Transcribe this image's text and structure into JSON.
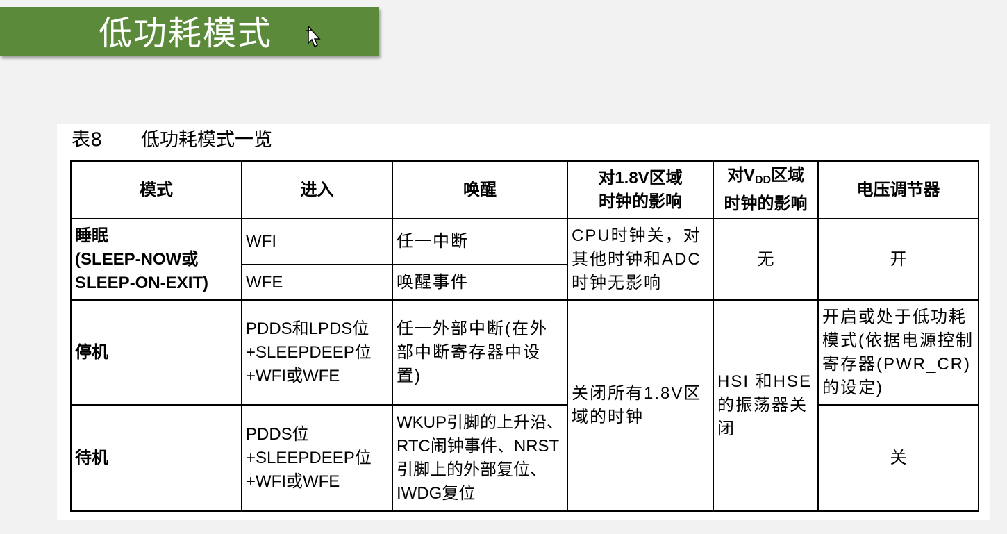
{
  "slide": {
    "title": "低功耗模式",
    "cursor_icon": "move-cursor-icon"
  },
  "table": {
    "caption_number": "表8",
    "caption_title": "低功耗模式一览",
    "headers": {
      "mode": "模式",
      "enter": "进入",
      "wakeup": "唤醒",
      "clock18_line1": "对1.8V区域",
      "clock18_line2": "时钟的影响",
      "vdd_prefix": "对V",
      "vdd_sub": "DD",
      "vdd_suffix": "区域",
      "vdd_line2": "时钟的影响",
      "regulator": "电压调节器"
    },
    "sleep": {
      "mode_line1": "睡眠",
      "mode_line2": "(SLEEP-NOW或",
      "mode_line3": "SLEEP-ON-EXIT)",
      "enter_wfi": "WFI",
      "wake_wfi": "任一中断",
      "enter_wfe": "WFE",
      "wake_wfe": "唤醒事件",
      "clock18": "CPU时钟关，对其他时钟和ADC时钟无影响",
      "vdd": "无",
      "regulator": "开"
    },
    "stop": {
      "mode": "停机",
      "enter_line1": "PDDS和LPDS位",
      "enter_line2": "+SLEEPDEEP位",
      "enter_line3": "+WFI或WFE",
      "wake": "任一外部中断(在外部中断寄存器中设置)",
      "regulator": "开启或处于低功耗模式(依据电源控制寄存器(PWR_CR)的设定)"
    },
    "standby": {
      "mode": "待机",
      "enter_line1": "PDDS位",
      "enter_line2": "+SLEEPDEEP位",
      "enter_line3": "+WFI或WFE",
      "wake": "WKUP引脚的上升沿、RTC闹钟事件、NRST引脚上的外部复位、IWDG复位",
      "regulator": "关"
    },
    "stop_standby_shared": {
      "clock18": "关闭所有1.8V区域的时钟",
      "vdd": "HSI 和HSE的振荡器关闭"
    }
  }
}
